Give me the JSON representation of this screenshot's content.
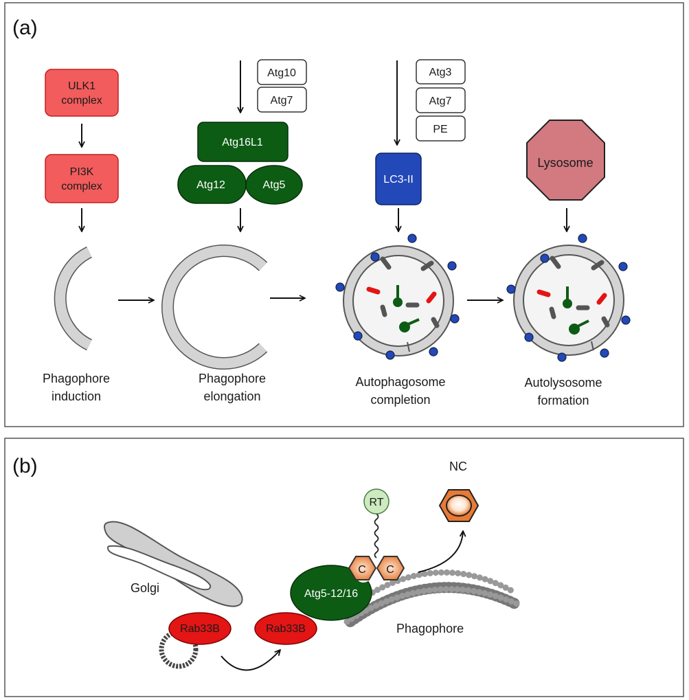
{
  "panel_a": {
    "label": "(a)",
    "ulk1": {
      "line1": "ULK1",
      "line2": "complex"
    },
    "pi3k": {
      "line1": "PI3K",
      "line2": "complex"
    },
    "atg10": "Atg10",
    "atg7_a": "Atg7",
    "atg16l1": "Atg16L1",
    "atg12": "Atg12",
    "atg5": "Atg5",
    "atg3": "Atg3",
    "atg7_b": "Atg7",
    "pe": "PE",
    "lc3": "LC3-II",
    "lysosome": "Lysosome",
    "stages": [
      {
        "line1": "Phagophore",
        "line2": "induction"
      },
      {
        "line1": "Phagophore",
        "line2": "elongation"
      },
      {
        "line1": "Autophagosome",
        "line2": "completion"
      },
      {
        "line1": "Autolysosome",
        "line2": "formation"
      }
    ]
  },
  "panel_b": {
    "label": "(b)",
    "golgi": "Golgi",
    "rab33b_1": "Rab33B",
    "rab33b_2": "Rab33B",
    "atg_complex": "Atg5-12/16",
    "c1": "C",
    "c2": "C",
    "rt": "RT",
    "nc": "NC",
    "phagophore": "Phagophore"
  },
  "colors": {
    "red_box": "#f25c5c",
    "dark_green": "#0d5c14",
    "lc3_blue": "#2348b8",
    "lysosome": "#d27a80",
    "orange": "#e87a35",
    "rt_green": "#cdeac0",
    "rab_red": "#e31515"
  }
}
